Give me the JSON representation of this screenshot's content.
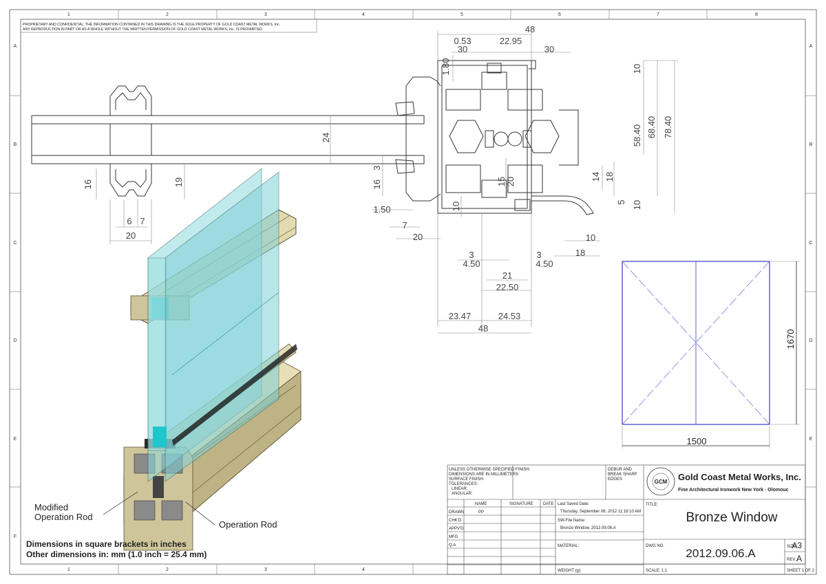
{
  "confidential": {
    "line1": "PROPRIETARY AND CONFIDENTIAL:  THE INFORMATION CONTAINED IN THIS DRAWING IS THE SOLE PROPERTY OF GOLD COAST METAL WORKS, Inc.",
    "line2": "ANY REPRODUCTION IN PART OR AS A WHOLE WITHOUT THE WRITTEN PERMISSION OF GOLD COAST METAL WORKS, Inc. IS PROHIBITED."
  },
  "grid": {
    "columns": [
      "1",
      "2",
      "3",
      "4",
      "5",
      "6",
      "7",
      "8"
    ],
    "rows": [
      "A",
      "B",
      "C",
      "D",
      "E",
      "F"
    ]
  },
  "left_section": {
    "dims": {
      "d24": "24",
      "d16": "16",
      "d19": "19",
      "d6": "6",
      "d7": "7",
      "d20": "20"
    }
  },
  "profile": {
    "top_dims": {
      "d48": "48",
      "d053": "0.53",
      "d2295": "22.95",
      "d30a": "30",
      "d30b": "30",
      "d180": "1.80"
    },
    "right_dims": {
      "d10a": "10",
      "d5840": "58.40",
      "d6840": "68.40",
      "d7840": "78.40",
      "d14": "14",
      "d18": "18",
      "d5": "5",
      "d10b": "10"
    },
    "left_dims": {
      "d3": "3",
      "d16": "16",
      "d150": "1.50",
      "d7": "7",
      "d20": "20",
      "d10": "10",
      "d15": "15",
      "d20b": "20"
    },
    "bottom_dims": {
      "d3a": "3",
      "d450a": "4.50",
      "d3b": "3",
      "d450b": "4.50",
      "d21": "21",
      "d2250": "22.50",
      "d2347": "23.47",
      "d2453": "24.53",
      "d48": "48",
      "d10r": "10",
      "d18r": "18"
    }
  },
  "window_elevation": {
    "width": "1500",
    "height": "1670"
  },
  "labels": {
    "modified_line1": "Modified",
    "modified_line2": "Operation Rod",
    "operation_rod": "Operation Rod",
    "dims_note1": "Dimensions in square brackets in inches",
    "dims_note2": "Other dimensions in:  mm   (1.0 inch = 25.4 mm)"
  },
  "title_block": {
    "unless": [
      "UNLESS OTHERWISE SPECIFIED:",
      "DIMENSIONS ARE IN MILLIMETERS",
      "SURFACE FINISH:",
      "TOLERANCES:",
      "LINEAR:",
      "ANGULAR:"
    ],
    "finish": "FINISH:",
    "debur": [
      "DEBUR AND",
      "BREAK SHARP",
      "EDGES"
    ],
    "company": "Gold Coast Metal Works, Inc.",
    "company_sub": "Fine Architectural Ironwork New York - Olomouc",
    "logo_text": "GCM",
    "logo_ring": "GOLD COAST METAL WORKS",
    "headers": {
      "name": "NAME",
      "signature": "SIGNATURE",
      "date": "DATE"
    },
    "rows": [
      "DRAWN",
      "CHK'D",
      "APPV'D",
      "MFG",
      "Q.A"
    ],
    "drawn_name": "PP",
    "last_saved_label": "Last Saved Date:",
    "last_saved_value": "Thursday, September 06, 2012 11:18:10 AM",
    "sw_file_label": "SW-File Name:",
    "sw_file_value": "Bronze Window, 2012.09.06.A",
    "material": "MATERIAL:",
    "weight": "WEIGHT (g):",
    "title_label": "TITLE:",
    "title": "Bronze Window",
    "dwg_label": "DWG NO.",
    "dwg_no": "2012.09.06.A",
    "size_label": "SIZE:",
    "size": "A3",
    "rev_label": "REV.:",
    "rev": "A",
    "scale": "SCALE:  1:1",
    "sheet": "SHEET 1 OF 2"
  }
}
